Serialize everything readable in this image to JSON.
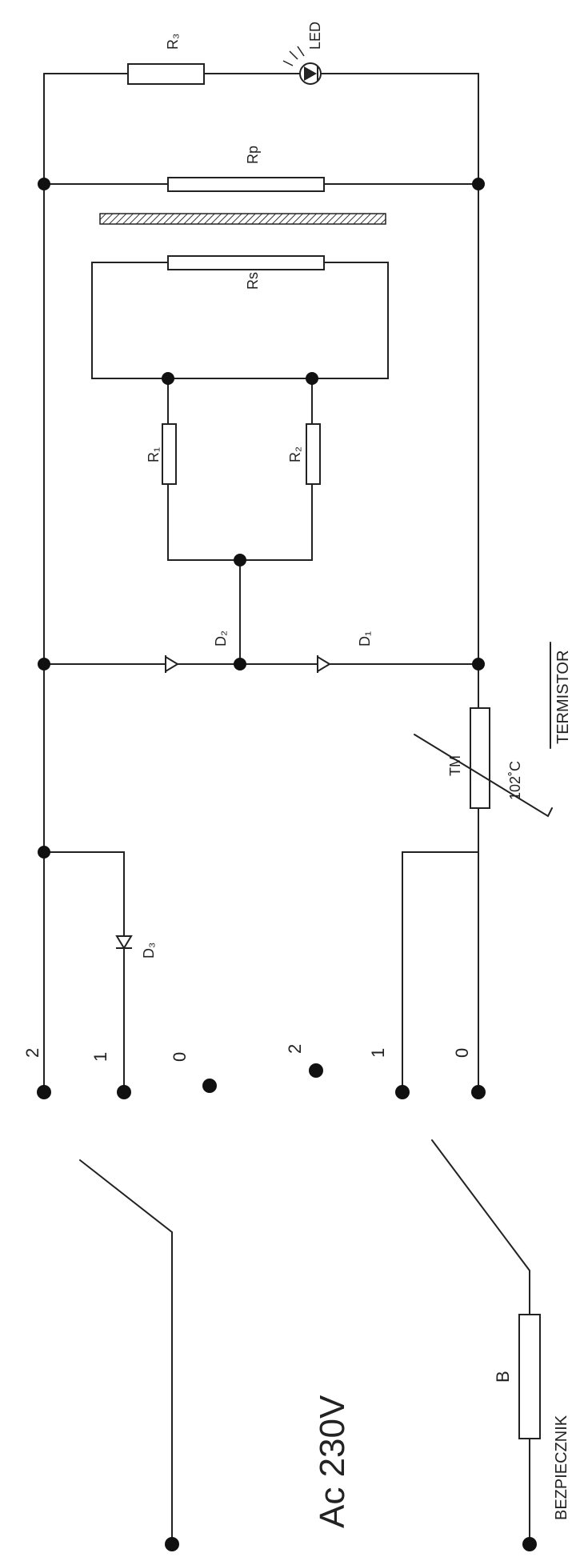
{
  "labels": {
    "r3": "R₃",
    "led": "LED",
    "rp": "Rp",
    "rs": "Rs",
    "r1": "R₁",
    "r2": "R₂",
    "d2": "D₂",
    "d1": "D₁",
    "termistor": "TERMISTOR",
    "tm": "TM",
    "temp": "102˚C",
    "d3": "D₃",
    "sw_left_2": "2",
    "sw_left_1": "1",
    "sw_left_0": "0",
    "sw_right_2": "2",
    "sw_right_1": "1",
    "sw_right_0": "0",
    "fuse": "B",
    "fuse_name": "BEZPIECZNIK",
    "supply": "Ac  230V"
  },
  "colors": {
    "ink": "#222222",
    "background": "#ffffff"
  }
}
